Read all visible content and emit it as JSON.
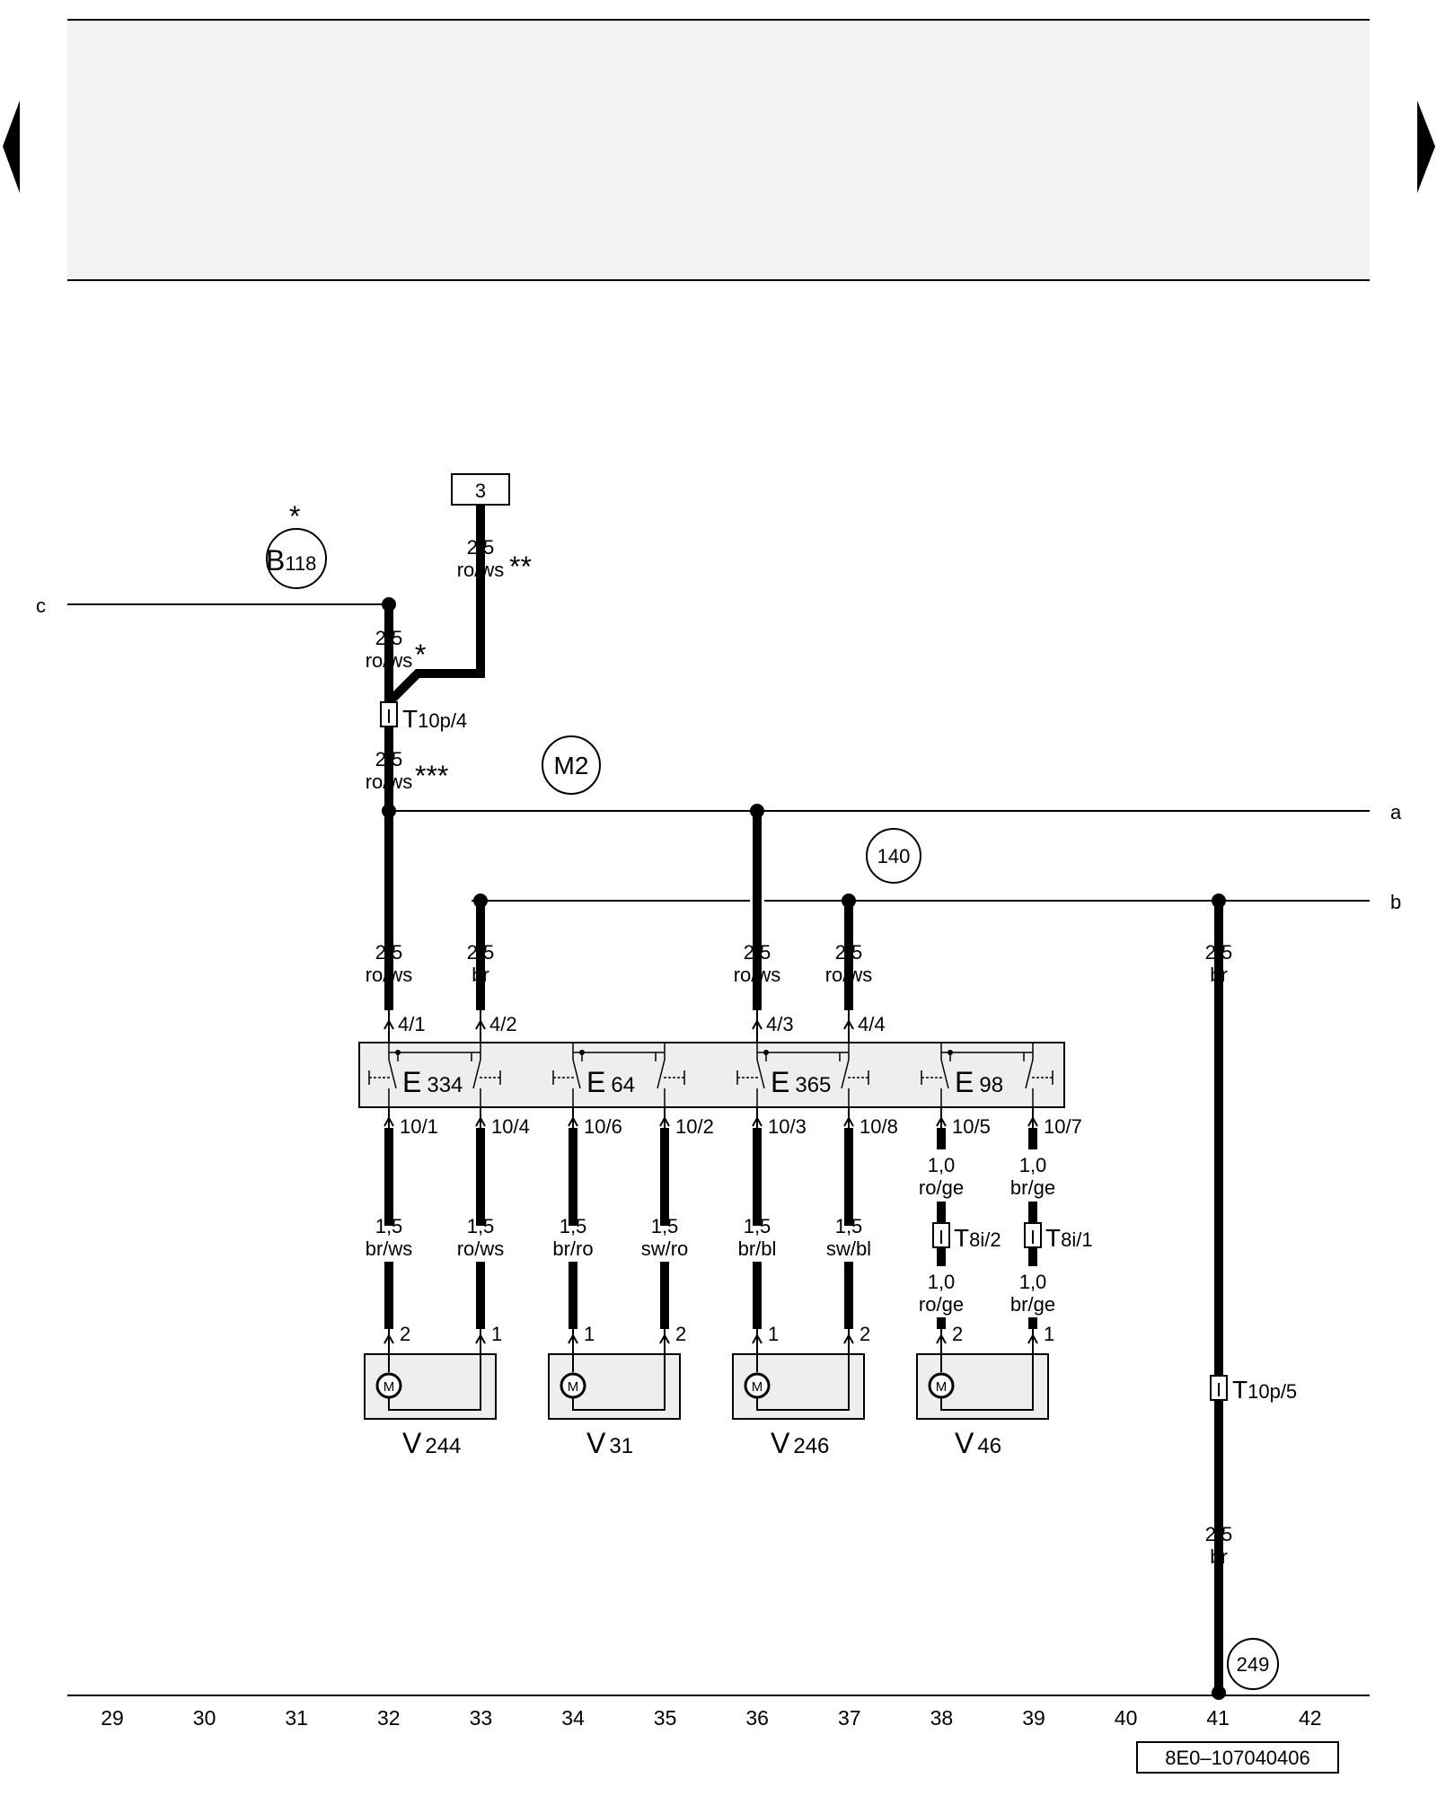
{
  "doc_id": "8E0–107040406",
  "nav": {
    "prev": "previous-page",
    "next": "next-page"
  },
  "references": {
    "edge_a": "a",
    "edge_b": "b",
    "edge_c": "c",
    "fuse_box": "3"
  },
  "locations": {
    "b118_letter": "B",
    "b118_num": "118",
    "b118_star": "*",
    "m2": "M2",
    "r140": "140",
    "r249": "249"
  },
  "wires": {
    "w_b118": {
      "size": "2,5",
      "color": "ro/ws",
      "mark": "*"
    },
    "w_fuse": {
      "size": "2,5",
      "color": "ro/ws",
      "mark": "**"
    },
    "w_main": {
      "size": "2,5",
      "color": "ro/ws",
      "mark": "***"
    },
    "w_41_1": {
      "size": "2,5",
      "color": "br"
    },
    "w_41_2": {
      "size": "2,5",
      "color": "br"
    },
    "in": [
      {
        "size": "2,5",
        "color": "ro/ws"
      },
      {
        "size": "2,5",
        "color": "br"
      },
      {
        "size": "2,5",
        "color": "ro/ws"
      },
      {
        "size": "2,5",
        "color": "ro/ws"
      }
    ],
    "out": [
      {
        "size": "1,5",
        "color": "br/ws"
      },
      {
        "size": "1,5",
        "color": "ro/ws"
      },
      {
        "size": "1,5",
        "color": "br/ro"
      },
      {
        "size": "1,5",
        "color": "sw/ro"
      },
      {
        "size": "1,5",
        "color": "br/bl"
      },
      {
        "size": "1,5",
        "color": "sw/bl"
      },
      {
        "size": "1,0",
        "color": "ro/ge"
      },
      {
        "size": "1,0",
        "color": "br/ge"
      }
    ],
    "low": [
      {
        "size": "1,0",
        "color": "ro/ge"
      },
      {
        "size": "1,0",
        "color": "br/ge"
      }
    ]
  },
  "connectors": {
    "t10p4": {
      "letter": "T",
      "sub": "10p/4"
    },
    "t10p5": {
      "letter": "T",
      "sub": "10p/5"
    },
    "t8i2": {
      "letter": "T",
      "sub": "8i/2"
    },
    "t8i1": {
      "letter": "T",
      "sub": "8i/1"
    }
  },
  "pins": {
    "top": [
      "4/1",
      "4/2",
      "4/3",
      "4/4"
    ],
    "bottom": [
      "10/1",
      "10/4",
      "10/6",
      "10/2",
      "10/3",
      "10/8",
      "10/5",
      "10/7"
    ],
    "motor": [
      "2",
      "1",
      "1",
      "2",
      "1",
      "2",
      "2",
      "1"
    ]
  },
  "switches": [
    {
      "letter": "E",
      "num": "334"
    },
    {
      "letter": "E",
      "num": "64"
    },
    {
      "letter": "E",
      "num": "365"
    },
    {
      "letter": "E",
      "num": "98"
    }
  ],
  "motors": [
    {
      "letter": "V",
      "num": "244",
      "symbol": "M"
    },
    {
      "letter": "V",
      "num": "31",
      "symbol": "M"
    },
    {
      "letter": "V",
      "num": "246",
      "symbol": "M"
    },
    {
      "letter": "V",
      "num": "46",
      "symbol": "M"
    }
  ],
  "columns": [
    "29",
    "30",
    "31",
    "32",
    "33",
    "34",
    "35",
    "36",
    "37",
    "38",
    "39",
    "40",
    "41",
    "42"
  ]
}
